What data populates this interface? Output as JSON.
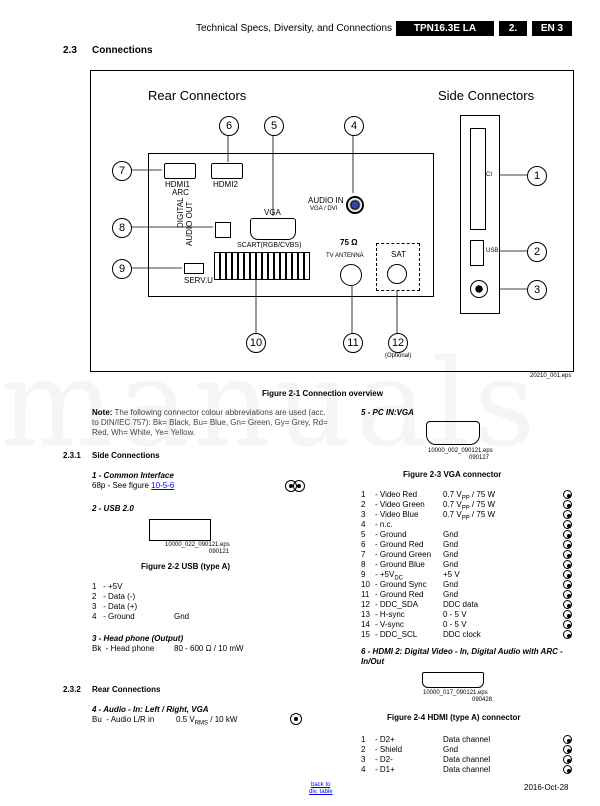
{
  "header": {
    "title": "Technical Specs, Diversity, and Connections",
    "model": "TPN16.3E LA",
    "section_num": "2.",
    "lang": "EN 3"
  },
  "section": {
    "num": "2.3",
    "title": "Connections"
  },
  "figure1": {
    "rear_title": "Rear Connectors",
    "side_title": "Side Connectors",
    "hdmi1": "HDMI1",
    "arc": "ARC",
    "hdmi2": "HDMI2",
    "vga": "VGA",
    "audio_in": "AUDIO IN",
    "vga_dvi": "VGA / DVI",
    "digital": "DIGITAL",
    "audio_out": "AUDIO OUT",
    "scart": "SCART(RGB/CVBS)",
    "serv": "SERV.U",
    "ohm": "75 Ω",
    "tv_antenna": "TV ANTENNA",
    "sat": "SAT",
    "optional": "(Optional)",
    "ci": "CI",
    "usb": "USB",
    "callouts": [
      "1",
      "2",
      "3",
      "4",
      "5",
      "6",
      "7",
      "8",
      "9",
      "10",
      "11",
      "12"
    ],
    "eps": "20210_001.eps",
    "caption": "Figure 2-1 Connection overview"
  },
  "note": {
    "prefix": "Note:",
    "text": "The following connector colour abbreviations are used (acc. to DIN/IEC 757): Bk= Black, Bu= Blue, Gn= Green, Gy= Grey, Rd= Red, Wh= White, Ye= Yellow."
  },
  "side": {
    "num": "2.3.1",
    "title": "Side Connections",
    "ci_title": "1 - Common Interface",
    "ci_text": "68p - See figure",
    "ci_link": "10-5-6",
    "usb_title": "2 - USB 2.0",
    "usb_eps": "10000_022_090121.eps",
    "usb_date": "090121",
    "usb_caption": "Figure 2-2  USB (type A)",
    "usb_pins": [
      {
        "n": "1",
        "name": "- +5V",
        "val": ""
      },
      {
        "n": "2",
        "name": "- Data (-)",
        "val": ""
      },
      {
        "n": "3",
        "name": "- Data (+)",
        "val": ""
      },
      {
        "n": "4",
        "name": "- Ground",
        "val": "Gnd"
      }
    ],
    "hp_title": "3 - Head phone (Output)",
    "hp_bk": "Bk",
    "hp_name": "- Head phone",
    "hp_val": "80 - 600 Ω / 10 mW"
  },
  "rear": {
    "num": "2.3.2",
    "title": "Rear Connections",
    "audio_title": "4 - Audio - In: Left / Right, VGA",
    "audio_bu": "Bu",
    "audio_name": "- Audio L/R in",
    "audio_val": "0.5 V",
    "audio_sub": "RMS",
    "audio_val2": "/ 10 kW"
  },
  "pc": {
    "title": "5 - PC IN:VGA",
    "eps": "10000_002_090121.eps",
    "date": "090127",
    "caption": "Figure 2-3 VGA connector",
    "pins": [
      {
        "n": "1",
        "name": "- Video Red",
        "val": "0.7 V",
        "sub": "PP",
        "val2": " / 75 W"
      },
      {
        "n": "2",
        "name": "- Video Green",
        "val": "0.7 V",
        "sub": "PP",
        "val2": " / 75 W"
      },
      {
        "n": "3",
        "name": "- Video Blue",
        "val": "0.7 V",
        "sub": "PP",
        "val2": " / 75 W"
      },
      {
        "n": "4",
        "name": "- n.c.",
        "val": "",
        "sub": "",
        "val2": ""
      },
      {
        "n": "5",
        "name": "- Ground",
        "val": "Gnd",
        "sub": "",
        "val2": ""
      },
      {
        "n": "6",
        "name": "- Ground Red",
        "val": "Gnd",
        "sub": "",
        "val2": ""
      },
      {
        "n": "7",
        "name": "- Ground Green",
        "val": "Gnd",
        "sub": "",
        "val2": ""
      },
      {
        "n": "8",
        "name": "- Ground Blue",
        "val": "Gnd",
        "sub": "",
        "val2": ""
      },
      {
        "n": "9",
        "name": "- +5V",
        "val": "+5 V",
        "sub": "",
        "val2": "",
        "namesub": "DC"
      },
      {
        "n": "10",
        "name": "- Ground Sync",
        "val": "Gnd",
        "sub": "",
        "val2": ""
      },
      {
        "n": "11",
        "name": "- Ground Red",
        "val": "Gnd",
        "sub": "",
        "val2": ""
      },
      {
        "n": "12",
        "name": "- DDC_SDA",
        "val": "DDC data",
        "sub": "",
        "val2": ""
      },
      {
        "n": "13",
        "name": "- H-sync",
        "val": "0 - 5 V",
        "sub": "",
        "val2": ""
      },
      {
        "n": "14",
        "name": "- V-sync",
        "val": "0 - 5 V",
        "sub": "",
        "val2": ""
      },
      {
        "n": "15",
        "name": "- DDC_SCL",
        "val": "DDC clock",
        "sub": "",
        "val2": ""
      }
    ]
  },
  "hdmi": {
    "title": "6 - HDMI 2: Digital Video - In, Digital Audio with ARC - In/Out",
    "eps": "10000_017_090121.eps",
    "date": "090428",
    "caption": "Figure 2-4 HDMI (type A) connector",
    "pins": [
      {
        "n": "1",
        "name": "- D2+",
        "val": "Data channel"
      },
      {
        "n": "2",
        "name": "- Shield",
        "val": "Gnd"
      },
      {
        "n": "3",
        "name": "- D2-",
        "val": "Data channel"
      },
      {
        "n": "4",
        "name": "- D1+",
        "val": "Data channel"
      }
    ]
  },
  "footer": {
    "back": "back to",
    "div": "div. table",
    "date": "2016-Oct-28"
  },
  "watermark": "manuals"
}
